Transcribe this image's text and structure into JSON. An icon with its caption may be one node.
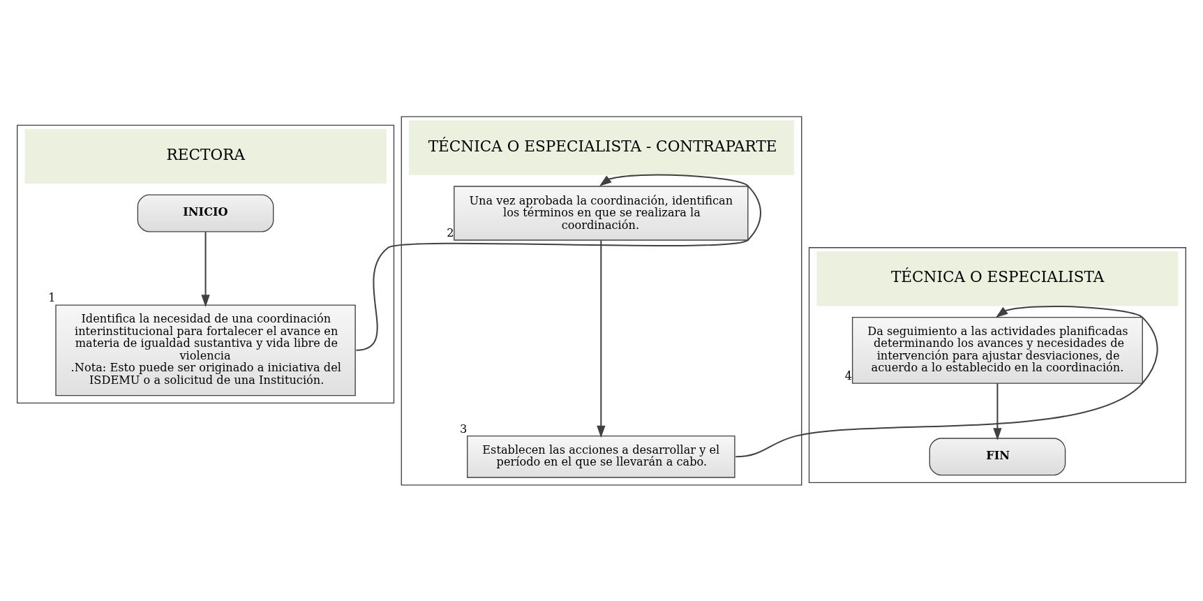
{
  "diagram": {
    "nodes": [
      {
        "text": [
          "RECTORA"
        ]
      },
      {
        "text": [
          "TÉCNICA O ESPECIALISTA - CONTRAPARTE"
        ]
      },
      {
        "text": [
          "TÉCNICA O ESPECIALISTA"
        ]
      },
      {
        "text": [
          "INICIO"
        ],
        "in": 0
      },
      {
        "text": [
          "Identifica la necesidad de una coordinación interinstitucional para fortalecer el avance en materia de igualdad sustantiva y vida libre de violencia",
          ".Nota: Esto puede ser originado a iniciativa del ISDEMU o a solicitud de una Institución."
        ],
        "in": 0,
        "beside": [
          "1"
        ]
      },
      {
        "text": [
          "Una vez aprobada la coordinación, identifican los términos en que se realizara la coordinación."
        ],
        "in": 1,
        "beside": [
          "2"
        ]
      },
      {
        "text": [
          "Establecen las acciones a desarrollar y el período en el que se llevarán a cabo."
        ],
        "in": 1,
        "beside": [
          "3"
        ]
      },
      {
        "text": [
          "Da seguimiento a las actividades planificadas determinando los avances y necesidades de intervención para ajustar desviaciones, de acuerdo a lo establecido en la coordinación."
        ],
        "in": 2,
        "beside": [
          "4"
        ]
      },
      {
        "text": [
          "FIN"
        ],
        "in": 2
      }
    ],
    "edges": [
      {
        "from": 3,
        "to": 4,
        "arrow": "to"
      },
      {
        "from": 4,
        "to": 5,
        "arrow": "to"
      },
      {
        "from": 5,
        "to": 6,
        "arrow": "to"
      },
      {
        "from": 6,
        "to": 7,
        "arrow": "to"
      },
      {
        "from": 7,
        "to": 8,
        "arrow": "to"
      }
    ]
  }
}
